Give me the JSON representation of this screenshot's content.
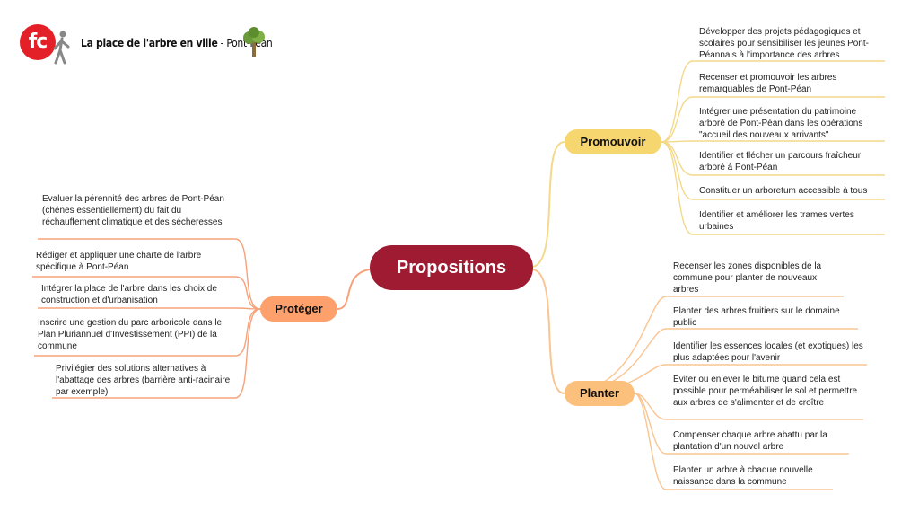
{
  "header": {
    "logo_text": "fc",
    "title": "La place de l'arbre en ville",
    "place": " - Pont-Péan"
  },
  "center": {
    "label": "Propositions"
  },
  "branches": {
    "promouvoir": {
      "label": "Promouvoir",
      "color": "#f6d66e",
      "items": [
        "Développer des projets pédagogiques et scolaires pour sensibiliser les jeunes Pont-Péannais à l'importance des arbres",
        "Recenser et promouvoir les arbres remarquables de Pont-Péan",
        "Intégrer une présentation du patrimoine arboré de Pont-Péan dans les opérations \"accueil des nouveaux arrivants\"",
        "Identifier et flécher un parcours fraîcheur arboré à Pont-Péan",
        "Constituer un arboretum accessible à tous",
        "Identifier et améliorer les trames vertes urbaines"
      ]
    },
    "proteger": {
      "label": "Protéger",
      "color": "#fda06b",
      "items": [
        "Evaluer la pérennité des arbres de Pont-Péan (chênes essentiellement) du fait du réchauffement climatique et des sécheresses",
        "Rédiger et appliquer une charte de l'arbre spécifique à Pont-Péan",
        "Intégrer la place de l'arbre dans les choix de construction et d'urbanisation",
        "Inscrire une gestion du parc arboricole dans le Plan Pluriannuel d'Investissement (PPI) de la commune",
        "Privilégier des solutions alternatives à l'abattage des arbres (barrière anti-racinaire par exemple)"
      ]
    },
    "planter": {
      "label": "Planter",
      "color": "#fcc07d",
      "items": [
        "Recenser les zones disponibles de la commune pour planter de nouveaux arbres",
        "Planter des arbres fruitiers sur le domaine public",
        "Identifier les essences locales (et exotiques) les plus adaptées pour l'avenir",
        "Eviter ou enlever le bitume quand cela est possible pour perméabiliser le sol et permettre aux arbres de s'alimenter et de croître",
        "Compenser chaque arbre abattu par la plantation d'un nouvel arbre",
        "Planter un arbre à chaque nouvelle naissance dans la commune"
      ]
    }
  },
  "colors": {
    "center": "#9e1b32",
    "promouvoir_line": "#f3d98a",
    "proteger_line": "#f7a27a",
    "planter_line": "#f9c592",
    "logo": "#e32027"
  }
}
